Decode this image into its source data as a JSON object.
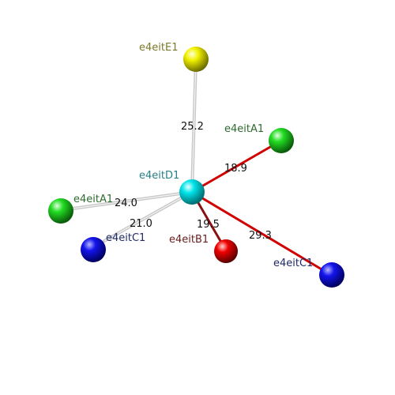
{
  "atoms": [
    {
      "id": "center",
      "label": "e4eitD1",
      "color": "#00e5ea",
      "label_color": "#2a7f86"
    },
    {
      "id": "top",
      "label": "e4eitE1",
      "color": "#f2f200",
      "label_color": "#7a7a2a"
    },
    {
      "id": "right_green",
      "label": "e4eitA1",
      "color": "#22dd22",
      "label_color": "#2e6b2e"
    },
    {
      "id": "left_green",
      "label": "e4eitA1",
      "color": "#22dd22",
      "label_color": "#2e6b2e"
    },
    {
      "id": "blue_left",
      "label": "e4eitC1",
      "color": "#1414ee",
      "label_color": "#1f2a66"
    },
    {
      "id": "red",
      "label": "e4eitB1",
      "color": "#f00000",
      "label_color": "#6b2020"
    },
    {
      "id": "blue_right",
      "label": "e4eitC1",
      "color": "#1414ee",
      "label_color": "#1f2a66"
    }
  ],
  "bonds": [
    {
      "to": "top",
      "distance": "25.2",
      "style": "gray"
    },
    {
      "to": "right_green",
      "distance": "18.9",
      "style": "red"
    },
    {
      "to": "left_green",
      "distance": "24.0",
      "style": "gray"
    },
    {
      "to": "blue_left",
      "distance": "21.0",
      "style": "gray"
    },
    {
      "to": "red",
      "distance": "19.5",
      "style": "darkred"
    },
    {
      "to": "blue_right",
      "distance": "29.3",
      "style": "red"
    }
  ]
}
